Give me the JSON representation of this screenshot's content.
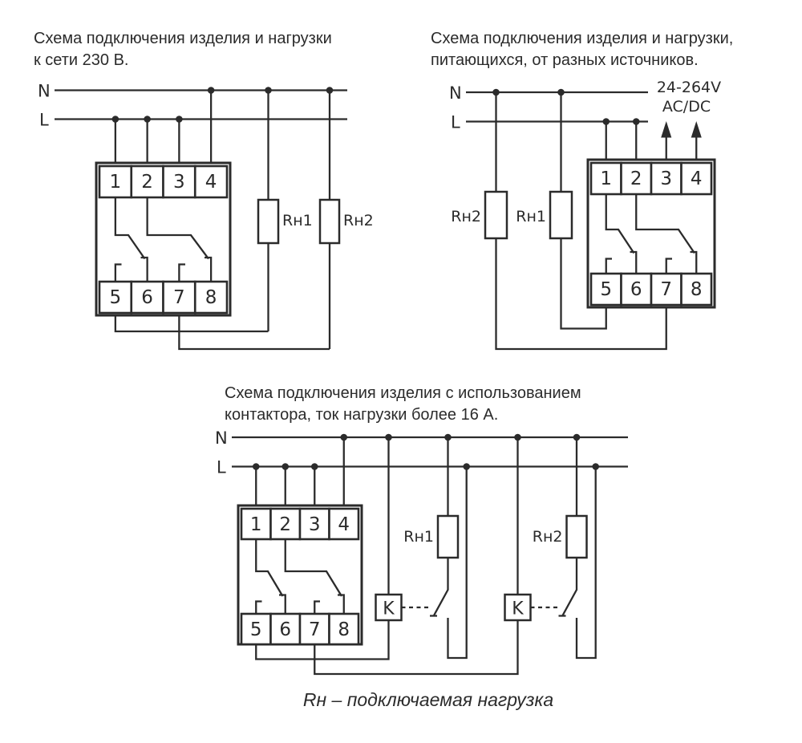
{
  "colors": {
    "background": "#ffffff",
    "line": "#2b2b2b",
    "text": "#2b2b2b"
  },
  "caption": "Rн – подключаемая нагрузка",
  "diagram1": {
    "title_line1": "Схема подключения изделия и нагрузки",
    "title_line2": "к сети 230 В.",
    "neutral_label": "N",
    "line_label": "L",
    "top_terminals": [
      "1",
      "2",
      "3",
      "4"
    ],
    "bottom_terminals": [
      "5",
      "6",
      "7",
      "8"
    ],
    "load1_label": "Rн1",
    "load2_label": "Rн2"
  },
  "diagram2": {
    "title_line1": "Схема подключения изделия и нагрузки,",
    "title_line2": "питающихся, от разных источников.",
    "neutral_label": "N",
    "line_label": "L",
    "supply_line1": "24-264V",
    "supply_line2": "AC/DC",
    "top_terminals": [
      "1",
      "2",
      "3",
      "4"
    ],
    "bottom_terminals": [
      "5",
      "6",
      "7",
      "8"
    ],
    "load1_label": "Rн1",
    "load2_label": "Rн2"
  },
  "diagram3": {
    "title_line1": "Схема подключения изделия с использованием",
    "title_line2": "контактора, ток нагрузки более 16 А.",
    "neutral_label": "N",
    "line_label": "L",
    "top_terminals": [
      "1",
      "2",
      "3",
      "4"
    ],
    "bottom_terminals": [
      "5",
      "6",
      "7",
      "8"
    ],
    "load1_label": "Rн1",
    "load2_label": "Rн2",
    "contactor1_label": "K",
    "contactor2_label": "K"
  }
}
